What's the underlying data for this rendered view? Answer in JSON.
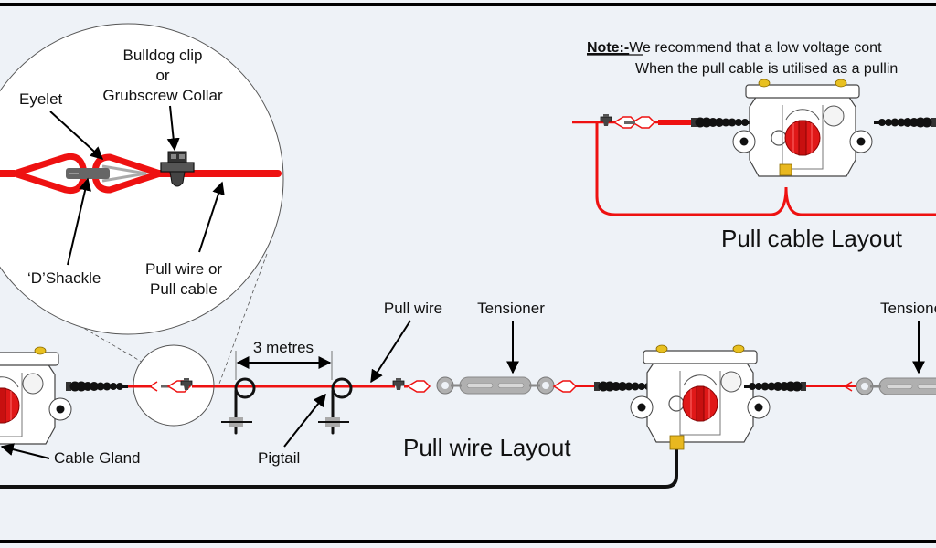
{
  "diagram": {
    "note": {
      "prefix": "Note:-",
      "line1": "We recommend that a low voltage cont",
      "line2": "When the pull cable is utilised as a pullin"
    },
    "detail_callout": {
      "labels": {
        "bulldog_clip": "Bulldog clip",
        "or": "or",
        "grubscrew_collar": "Grubscrew Collar",
        "eyelet": "Eyelet",
        "d_shackle": "‘D’Shackle",
        "pull_wire_or": "Pull wire or",
        "pull_cable": "Pull cable"
      }
    },
    "pull_cable_layout": {
      "title": "Pull cable Layout"
    },
    "pull_wire_layout": {
      "title": "Pull wire Layout",
      "labels": {
        "pull_wire": "Pull wire",
        "tensioner": "Tensioner",
        "tensioner_right": "Tensioner",
        "spacing": "3 metres",
        "pigtail": "Pigtail",
        "cable_gland": "Cable Gland"
      }
    },
    "colors": {
      "background": "#eef2f7",
      "wire_red": "#ee1111",
      "switch_red": "#e01818",
      "tensioner_grey": "#a8a8a8",
      "gland_black": "#111111",
      "conduit_yellow": "#e8b820",
      "border": "#000000"
    }
  }
}
